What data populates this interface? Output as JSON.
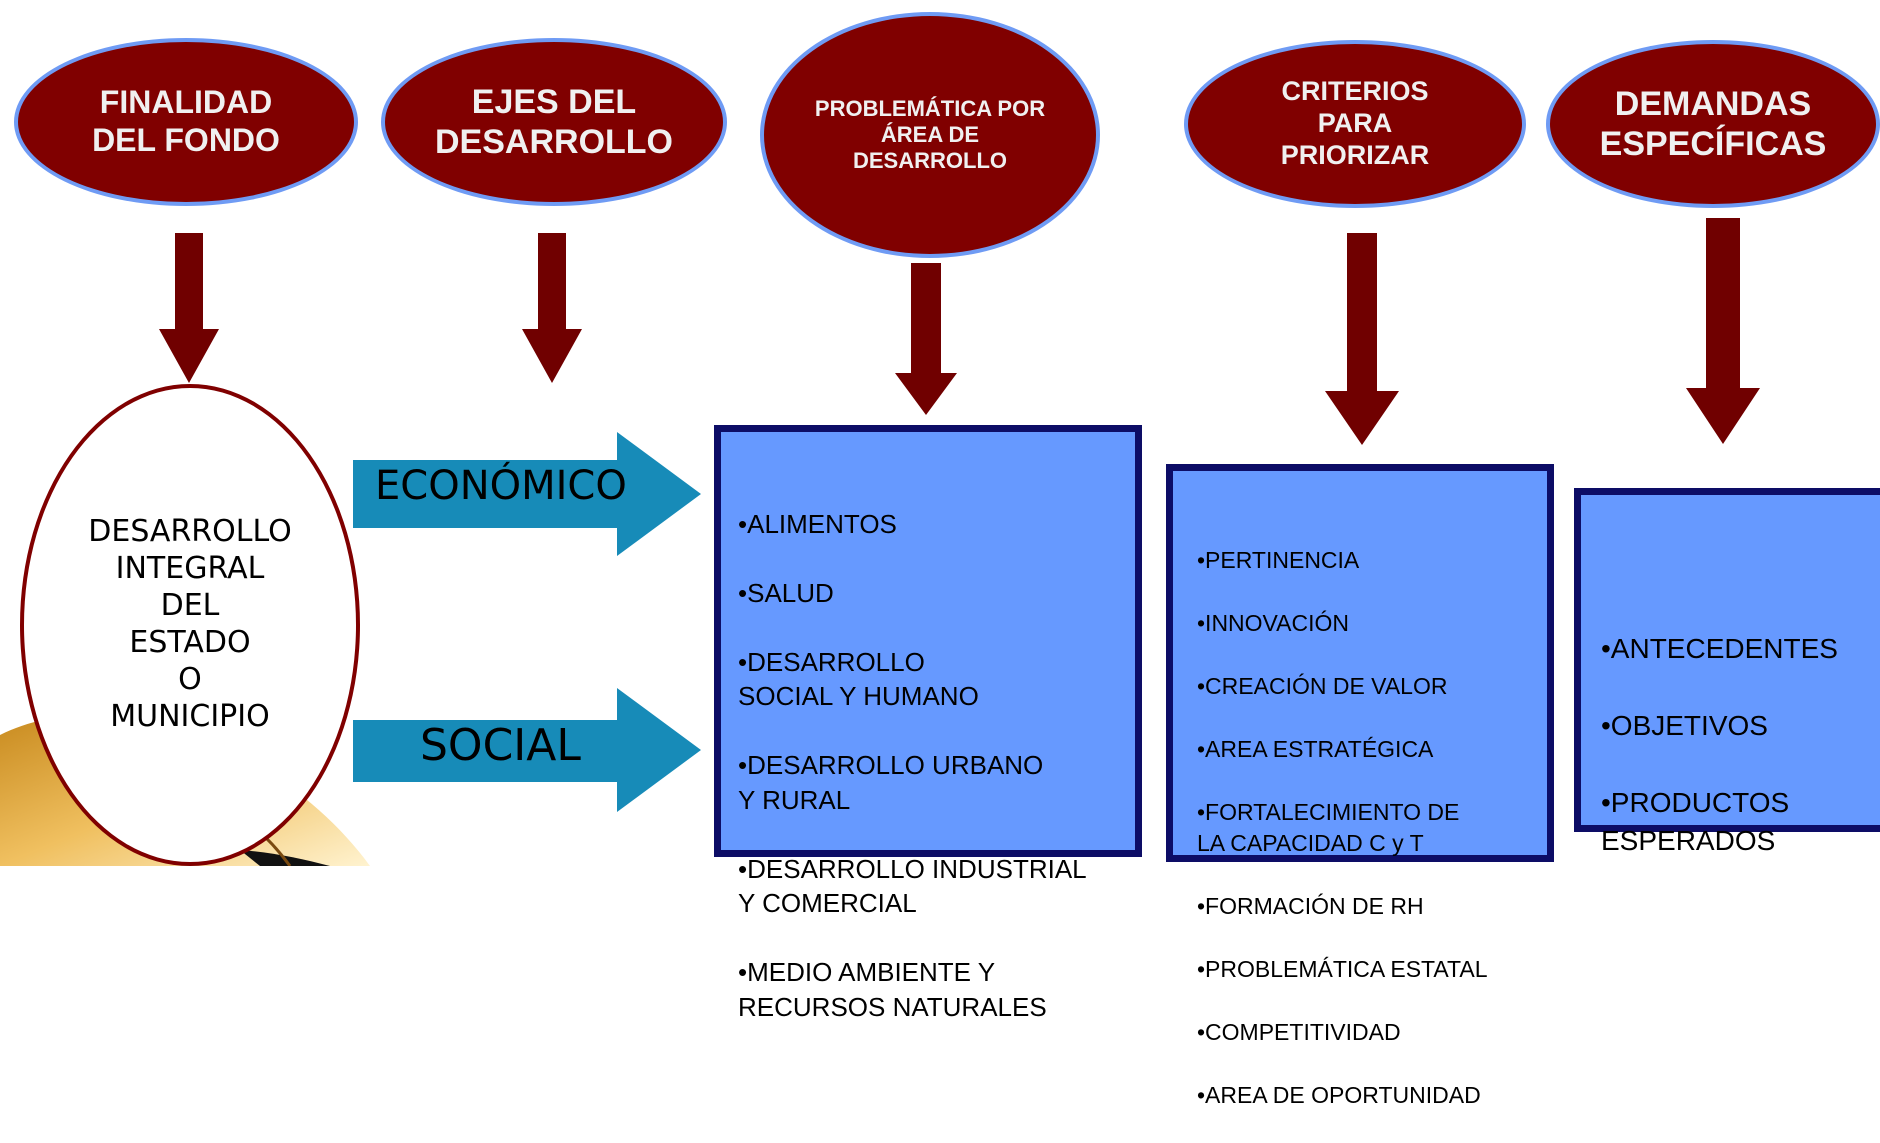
{
  "colors": {
    "header_fill": "#800000",
    "header_border": "#6f9bf4",
    "down_arrow": "#700000",
    "box_fill": "#6699ff",
    "box_border": "#0d0d66",
    "side_arrow": "#178bb8",
    "center_border": "#800000"
  },
  "headers": [
    {
      "text": "FINALIDAD\nDEL FONDO"
    },
    {
      "text": "EJES DEL\nDESARROLLO"
    },
    {
      "text": "PROBLEMÁTICA POR\nÁREA DE\nDESARROLLO"
    },
    {
      "text": "CRITERIOS\nPARA\nPRIORIZAR"
    },
    {
      "text": "DEMANDAS\nESPECÍFICAS"
    }
  ],
  "center": {
    "text": "DESARROLLO\nINTEGRAL\nDEL\nESTADO\nO\nMUNICIPIO"
  },
  "axes": {
    "economic": "ECONÓMICO",
    "social": "SOCIAL"
  },
  "problematica_items": [
    "•ALIMENTOS",
    "•SALUD",
    "•DESARROLLO\n SOCIAL Y HUMANO",
    "•DESARROLLO URBANO\nY RURAL",
    "•DESARROLLO INDUSTRIAL\nY COMERCIAL",
    "•MEDIO AMBIENTE Y\nRECURSOS NATURALES"
  ],
  "criterios_items": [
    "•PERTINENCIA",
    "•INNOVACIÓN",
    "•CREACIÓN DE VALOR",
    "•AREA ESTRATÉGICA",
    "•FORTALECIMIENTO DE\n LA CAPACIDAD C y T",
    "•FORMACIÓN DE  RH",
    "•PROBLEMÁTICA ESTATAL",
    "•COMPETITIVIDAD",
    "•AREA DE OPORTUNIDAD"
  ],
  "demandas_items": [
    "•ANTECEDENTES",
    "•OBJETIVOS",
    "•PRODUCTOS\n ESPERADOS"
  ]
}
